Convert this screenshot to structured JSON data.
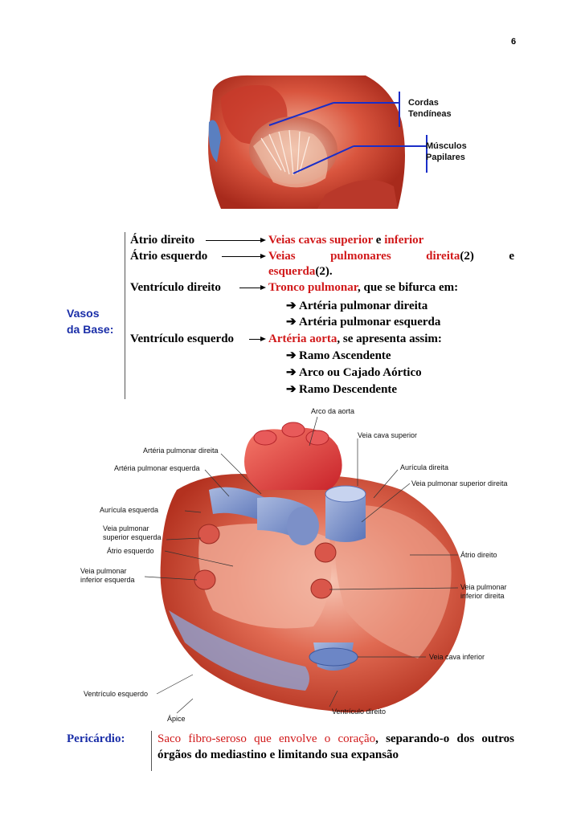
{
  "page_number": "6",
  "figure_top": {
    "labels": [
      "Cordas",
      "Tendíneas",
      "Músculos",
      "Papilares"
    ]
  },
  "vasos": {
    "label_line1": "Vasos",
    "label_line2": "da Base:",
    "rows": [
      {
        "left": "Átrio direito",
        "right_red": "Veias cavas superior",
        "right_mid": " e ",
        "right_red2": "inferior"
      },
      {
        "left": "Átrio esquerdo",
        "right_red": "Veias",
        "right_red_b": "pulmonares",
        "right_red_c": "direita",
        "right_black": "(2)",
        "right_e": "e",
        "right_red2": "esquerda",
        "right_black2": "(2)."
      },
      {
        "left": "Ventrículo direito",
        "right_red": "Tronco pulmonar",
        "right_black": ", que se bifurca em:"
      },
      {
        "left": "Ventrículo esquerdo",
        "right_red": "Artéria aorta",
        "right_black": ", se apresenta assim:"
      }
    ],
    "sub_pulmonar": [
      "Artéria pulmonar direita",
      "Artéria pulmonar esquerda"
    ],
    "sub_aorta": [
      "Ramo Ascendente",
      "Arco ou Cajado Aórtico",
      "Ramo Descendente"
    ],
    "arrow_glyph": "➔"
  },
  "figure_heart": {
    "labels": {
      "arco_aorta": "Arco da aorta",
      "cava_sup": "Veia cava superior",
      "art_pulm_dir": "Artéria pulmonar direita",
      "art_pulm_esq": "Artéria pulmonar esquerda",
      "auricula_dir": "Aurícula direita",
      "veia_pulm_sup_dir": "Veia pulmonar superior direita",
      "auricula_esq": "Aurícula esquerda",
      "veia_pulm_sup_esq_1": "Veia pulmonar",
      "veia_pulm_sup_esq_2": "superior esquerda",
      "atrio_esq": "Átrio esquerdo",
      "atrio_dir": "Átrio direito",
      "veia_pulm_inf_esq_1": "Veia pulmonar",
      "veia_pulm_inf_esq_2": "inferior esquerda",
      "veia_pulm_inf_dir_1": "Veia pulmonar",
      "veia_pulm_inf_dir_2": "inferior direita",
      "cava_inf": "Veia cava inferior",
      "ventr_esq": "Ventrículo esquerdo",
      "ventr_dir": "Ventrículo direito",
      "apice": "Ápice"
    }
  },
  "pericardio": {
    "label": "Pericárdio:",
    "text_red": "Saco fibro-seroso que envolve o coração",
    "text_black": ", separando-o dos outros órgãos do mediastino e limitando sua expansão"
  }
}
